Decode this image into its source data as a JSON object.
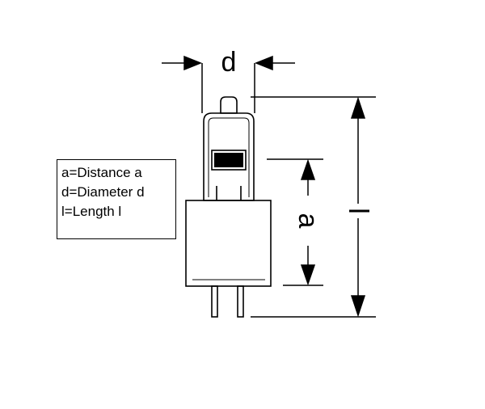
{
  "legend": {
    "lines": [
      "a=Distance a",
      "d=Diameter d",
      "l=Length l"
    ]
  },
  "dimension_labels": {
    "d": "d",
    "a": "a",
    "l": "l"
  },
  "colors": {
    "line": "#000000",
    "background": "#ffffff",
    "label_block": "#000000"
  }
}
